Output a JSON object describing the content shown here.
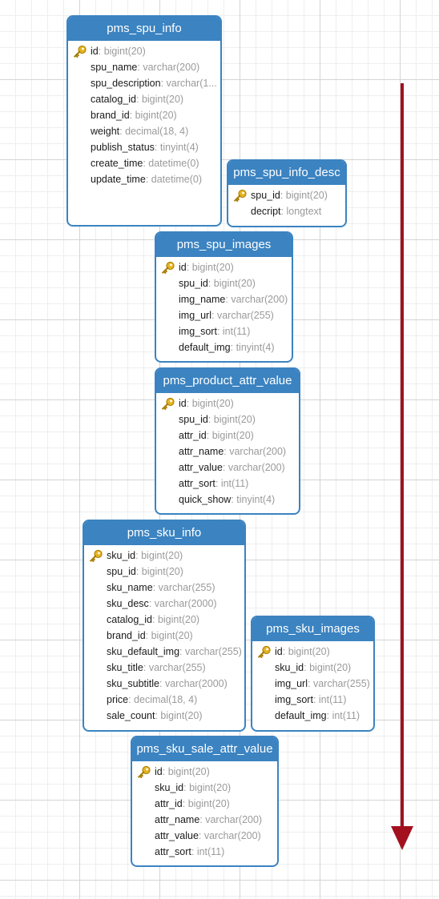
{
  "tables": [
    {
      "name": "pms_spu_info",
      "fields": [
        {
          "name": "id",
          "type": "bigint(20)",
          "pk": true
        },
        {
          "name": "spu_name",
          "type": "varchar(200)"
        },
        {
          "name": "spu_description",
          "type": "varchar(1..."
        },
        {
          "name": "catalog_id",
          "type": "bigint(20)"
        },
        {
          "name": "brand_id",
          "type": "bigint(20)"
        },
        {
          "name": "weight",
          "type": "decimal(18, 4)"
        },
        {
          "name": "publish_status",
          "type": "tinyint(4)"
        },
        {
          "name": "create_time",
          "type": "datetime(0)"
        },
        {
          "name": "update_time",
          "type": "datetime(0)"
        }
      ]
    },
    {
      "name": "pms_spu_info_desc",
      "fields": [
        {
          "name": "spu_id",
          "type": "bigint(20)",
          "pk": true
        },
        {
          "name": "decript",
          "type": "longtext"
        }
      ]
    },
    {
      "name": "pms_spu_images",
      "fields": [
        {
          "name": "id",
          "type": "bigint(20)",
          "pk": true
        },
        {
          "name": "spu_id",
          "type": "bigint(20)"
        },
        {
          "name": "img_name",
          "type": "varchar(200)"
        },
        {
          "name": "img_url",
          "type": "varchar(255)"
        },
        {
          "name": "img_sort",
          "type": "int(11)"
        },
        {
          "name": "default_img",
          "type": "tinyint(4)"
        }
      ]
    },
    {
      "name": "pms_product_attr_value",
      "fields": [
        {
          "name": "id",
          "type": "bigint(20)",
          "pk": true
        },
        {
          "name": "spu_id",
          "type": "bigint(20)"
        },
        {
          "name": "attr_id",
          "type": "bigint(20)"
        },
        {
          "name": "attr_name",
          "type": "varchar(200)"
        },
        {
          "name": "attr_value",
          "type": "varchar(200)"
        },
        {
          "name": "attr_sort",
          "type": "int(11)"
        },
        {
          "name": "quick_show",
          "type": "tinyint(4)"
        }
      ]
    },
    {
      "name": "pms_sku_info",
      "fields": [
        {
          "name": "sku_id",
          "type": "bigint(20)",
          "pk": true
        },
        {
          "name": "spu_id",
          "type": "bigint(20)"
        },
        {
          "name": "sku_name",
          "type": "varchar(255)"
        },
        {
          "name": "sku_desc",
          "type": "varchar(2000)"
        },
        {
          "name": "catalog_id",
          "type": "bigint(20)"
        },
        {
          "name": "brand_id",
          "type": "bigint(20)"
        },
        {
          "name": "sku_default_img",
          "type": "varchar(255)"
        },
        {
          "name": "sku_title",
          "type": "varchar(255)"
        },
        {
          "name": "sku_subtitle",
          "type": "varchar(2000)"
        },
        {
          "name": "price",
          "type": "decimal(18, 4)"
        },
        {
          "name": "sale_count",
          "type": "bigint(20)"
        }
      ]
    },
    {
      "name": "pms_sku_images",
      "fields": [
        {
          "name": "id",
          "type": "bigint(20)",
          "pk": true
        },
        {
          "name": "sku_id",
          "type": "bigint(20)"
        },
        {
          "name": "img_url",
          "type": "varchar(255)"
        },
        {
          "name": "img_sort",
          "type": "int(11)"
        },
        {
          "name": "default_img",
          "type": "int(11)"
        }
      ]
    },
    {
      "name": "pms_sku_sale_attr_value",
      "fields": [
        {
          "name": "id",
          "type": "bigint(20)",
          "pk": true
        },
        {
          "name": "sku_id",
          "type": "bigint(20)"
        },
        {
          "name": "attr_id",
          "type": "bigint(20)"
        },
        {
          "name": "attr_name",
          "type": "varchar(200)"
        },
        {
          "name": "attr_value",
          "type": "varchar(200)"
        },
        {
          "name": "attr_sort",
          "type": "int(11)"
        }
      ]
    }
  ],
  "colors": {
    "header": "#3b83c1",
    "arrow": "#a3111f",
    "key_icon": "#e6b422"
  },
  "icons": {
    "primary_key": "key-icon",
    "flow": "down-arrow"
  }
}
